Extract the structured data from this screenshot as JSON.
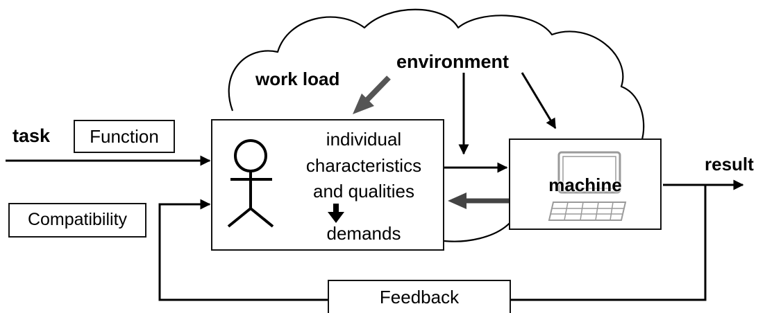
{
  "labels": {
    "task": "task",
    "function": "Function",
    "compatibility": "Compatibility",
    "work_load": "work load",
    "environment": "environment",
    "individual_line1": "individual",
    "individual_line2": "characteristics",
    "individual_line3": "and qualities",
    "demands": "demands",
    "machine": "machine",
    "result": "result",
    "feedback": "Feedback"
  },
  "icons": {
    "person": "stick-figure",
    "machine": "computer-terminal"
  },
  "colors": {
    "line": "#000000",
    "workload_arrow": "#555555",
    "return_arrow": "#444444",
    "computer_icon": "#9a9a9a"
  }
}
